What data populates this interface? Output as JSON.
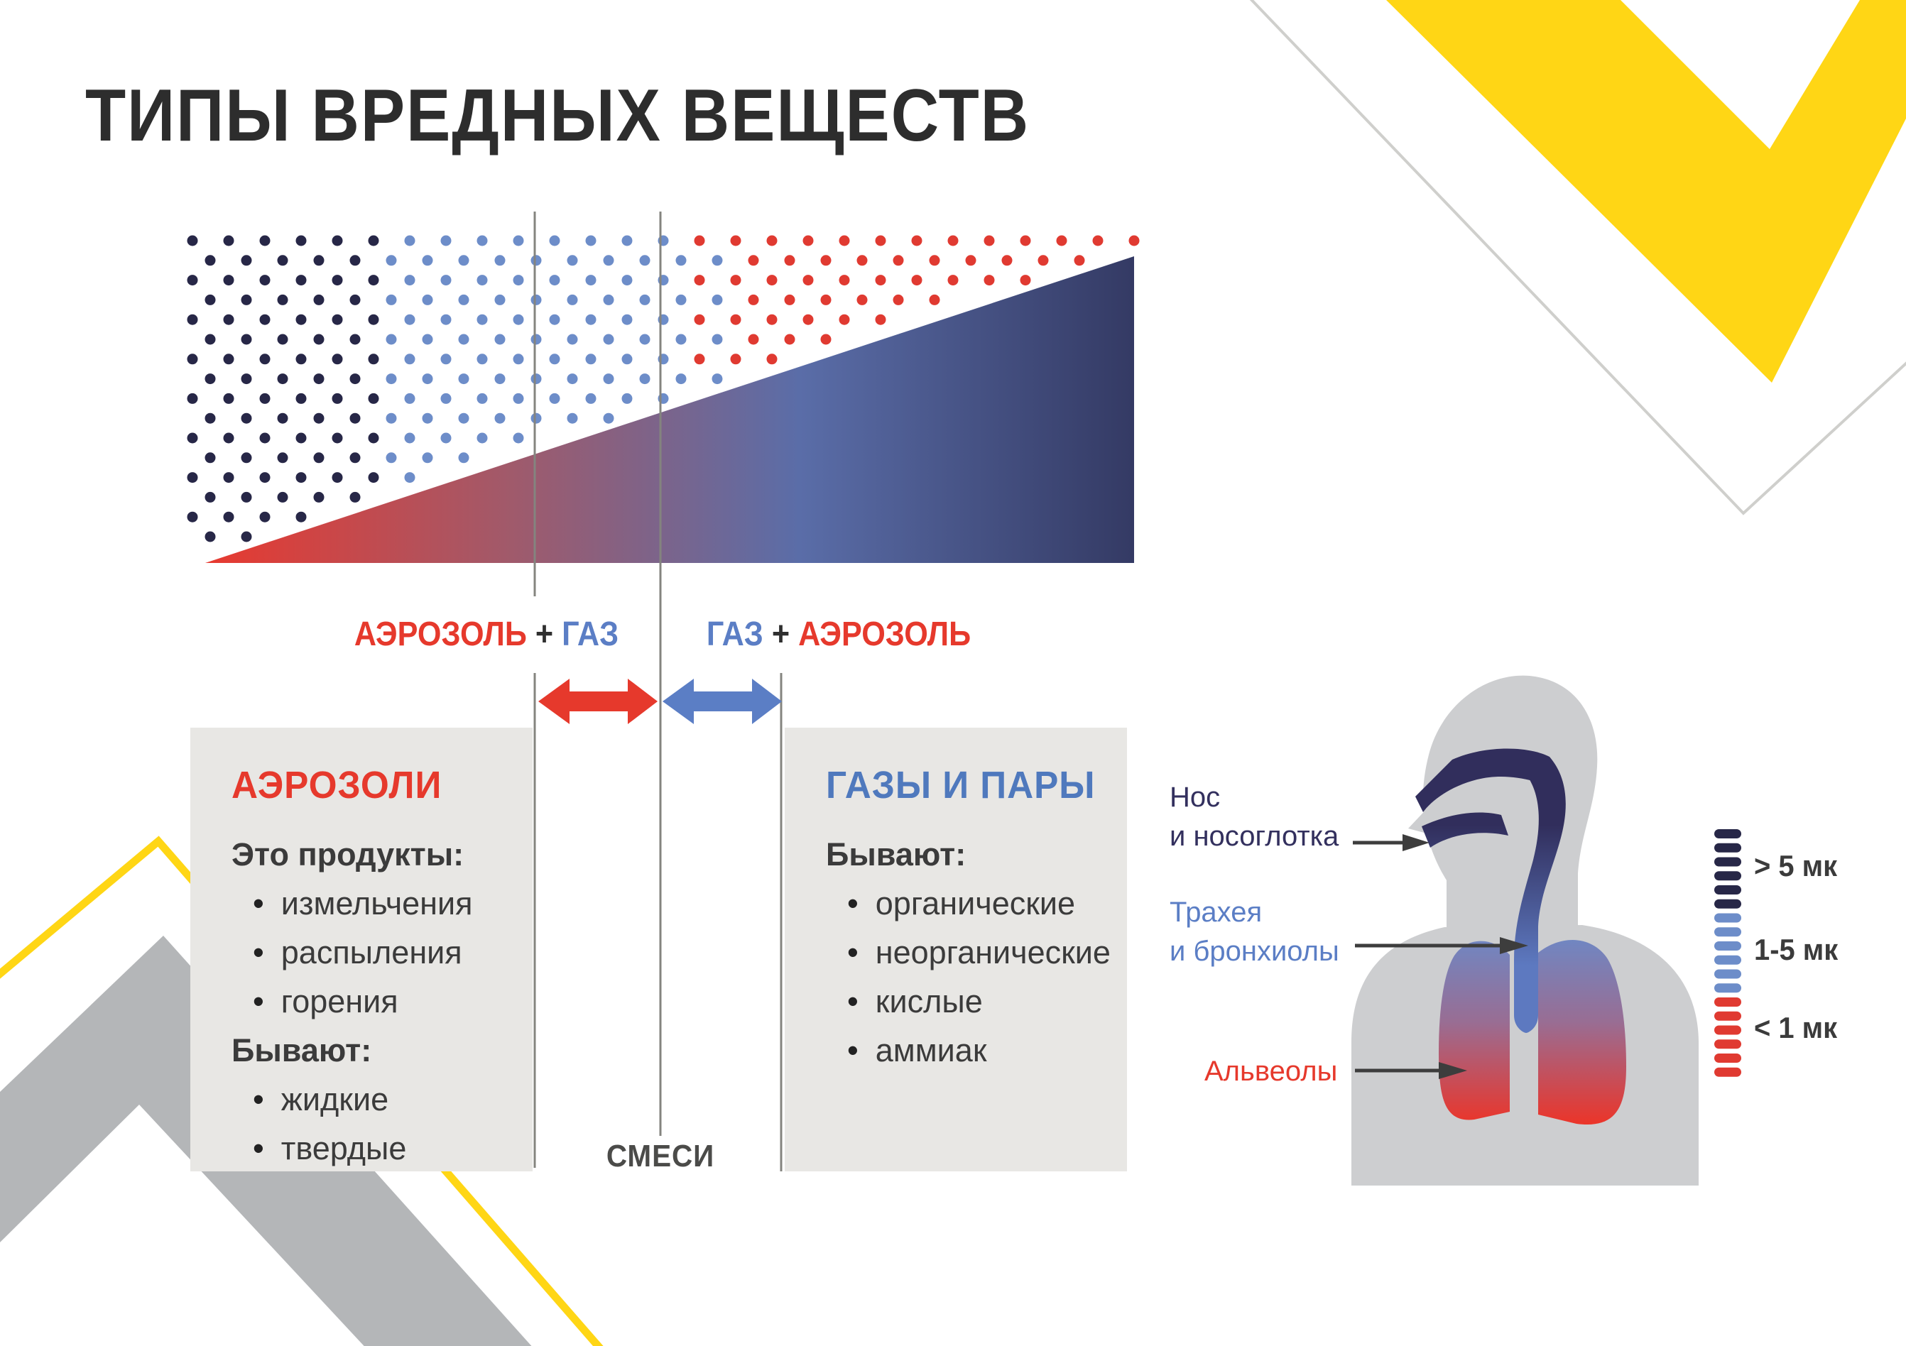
{
  "title": "ТИПЫ ВРЕДНЫХ ВЕЩЕСТВ",
  "colors": {
    "red": "#e6392c",
    "blue": "#5b7ec5",
    "heading_blue": "#4f79bd",
    "navy": "#2b2b4f",
    "yellow": "#ffd615",
    "box_bg": "#e8e7e4",
    "figure_gray": "#cdced0",
    "chevron_gray": "#b4b6b8",
    "thin_line_gray": "#cfcfcc",
    "divider_gray": "#84847f",
    "text_dark": "#3b3b3b",
    "arrow_black": "#3d3d3d",
    "dot_navy": "#272747",
    "dot_blue": "#6d8dc9",
    "dot_red": "#e03a31",
    "triangle_red": "#e8392f",
    "triangle_mid_red": "#a05a6b",
    "triangle_mid_blue": "#5a6da8",
    "triangle_dark": "#343a64",
    "tract_navy": "#312e5c",
    "tract_blue": "#5d79c0",
    "lung_top_blue": "#6f87c3",
    "lung_mid": "#996d93",
    "lung_red": "#ee3326"
  },
  "zone_labels": {
    "left": {
      "part1": "АЭРОЗОЛЬ",
      "plus": "+",
      "part2": "ГАЗ"
    },
    "right": {
      "part1": "ГАЗ",
      "plus": "+",
      "part2": "АЭРОЗОЛЬ"
    }
  },
  "mixtures_label": "СМЕСИ",
  "aerosol_box": {
    "heading": "АЭРОЗОЛИ",
    "intro": "Это продукты:",
    "products": [
      "измельчения",
      "распыления",
      "горения"
    ],
    "subheading": "Бывают:",
    "types": [
      "жидкие",
      "твердые"
    ]
  },
  "gas_box": {
    "heading": "ГАЗЫ И ПАРЫ",
    "subheading": "Бывают:",
    "types": [
      "органические",
      "неорганические",
      "кислые",
      "аммиак"
    ]
  },
  "anatomy": {
    "nose_line1": "Нос",
    "nose_line2": "и носоглотка",
    "trachea_line1": "Трахея",
    "trachea_line2": "и бронхиолы",
    "alveoli": "Альвеолы"
  },
  "legend": {
    "items": [
      {
        "label": "> 5 мк",
        "color_key": "dot_navy"
      },
      {
        "label": "1-5 мк",
        "color_key": "dot_blue"
      },
      {
        "label": "< 1 мк",
        "color_key": "dot_red"
      }
    ]
  }
}
